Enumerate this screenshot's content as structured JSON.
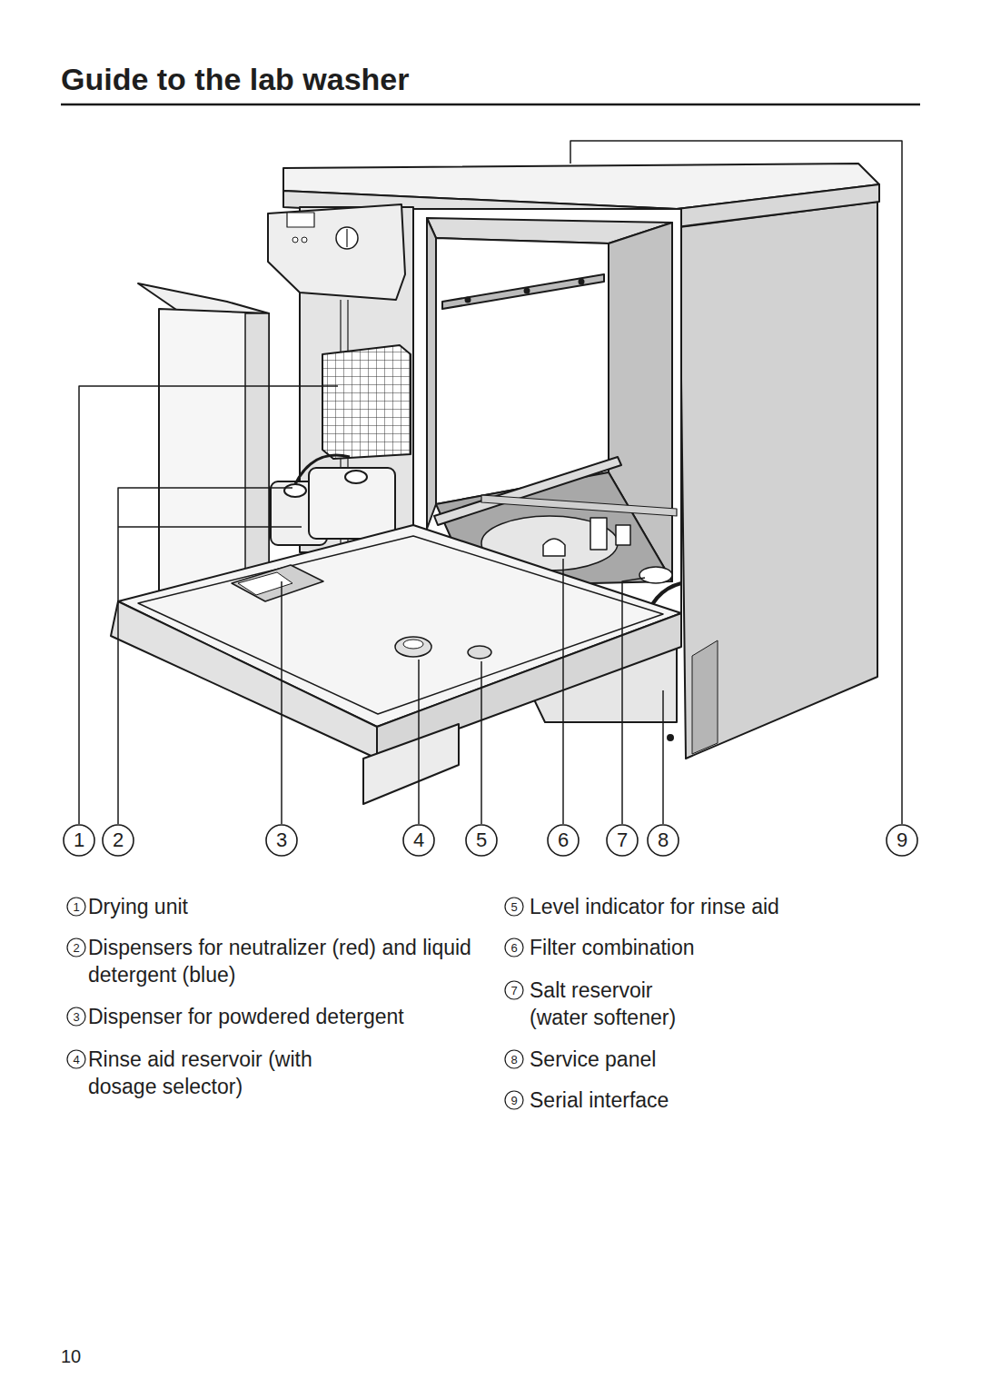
{
  "diagram": {
    "title": "Guide to the lab washer",
    "labels": [
      "1",
      "2",
      "3",
      "4",
      "5",
      "6",
      "7",
      "8",
      "9",
      "1",
      "Drying unit",
      "2",
      "Dispensers for neutralizer (red) and liquid detergent (blue)",
      "3",
      "Dispenser for powdered detergent",
      "4",
      "Rinse aid reservoir (with dosage selector)",
      "5",
      "Level indicator for rinse aid",
      "6",
      "Filter combination",
      "7",
      "Salt reservoir (water softener)",
      "8",
      "Service panel",
      "9",
      "Serial interface",
      "10"
    ]
  }
}
